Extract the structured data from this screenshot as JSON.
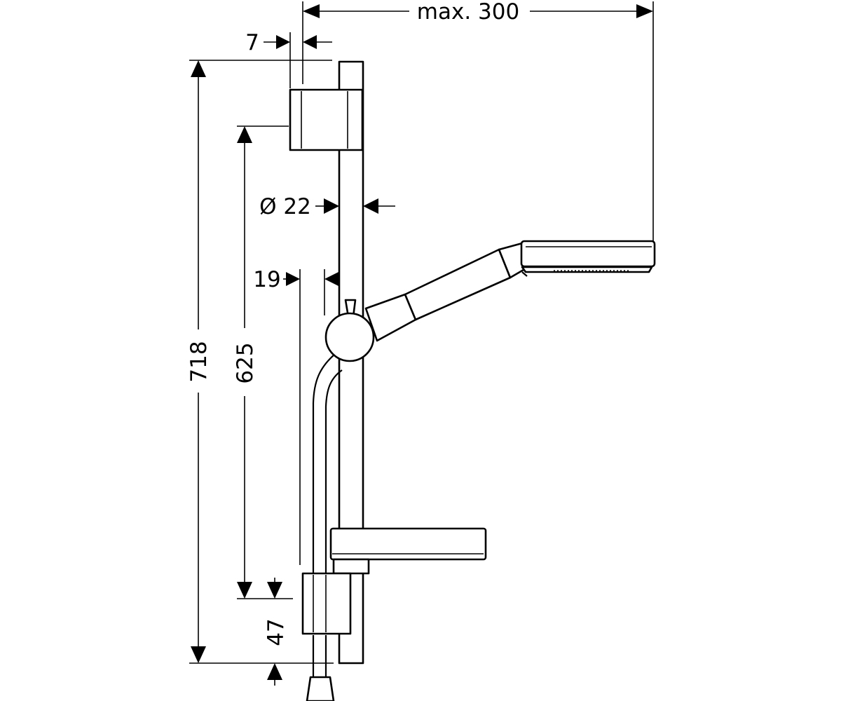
{
  "dimensions": {
    "max_reach": "max. 300",
    "wall_clearance": "7",
    "rail_diameter": "Ø 22",
    "slider_offset": "19",
    "total_height": "718",
    "bracket_spacing": "625",
    "bottom_bracket": "47"
  },
  "colors": {
    "line": "#000000",
    "background": "#ffffff"
  }
}
